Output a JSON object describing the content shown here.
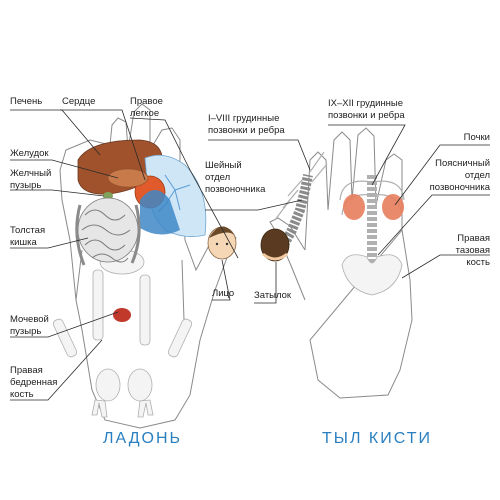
{
  "colors": {
    "caption": "#2a7fc0",
    "liver": "#a0522d",
    "lung": "#cfe6f7",
    "heart": "#e05a2b",
    "kidney": "#e87d5c",
    "bladder": "#c0392b",
    "intestine": "#d9d9d9"
  },
  "palm": {
    "caption": "ЛАДОНЬ",
    "labels": {
      "liver": "Печень",
      "heart": "Сердце",
      "right_lung": "Правое\nлегкое",
      "stomach": "Желудок",
      "gallbladder": "Желчный\nпузырь",
      "colon": "Толстая\nкишка",
      "face": "Лицо",
      "bladder": "Мочевой\nпузырь",
      "femur": "Правая\nбедренная\nкость"
    }
  },
  "back": {
    "caption": "ТЫЛ КИСТИ",
    "labels": {
      "thoracic_1_8": "I–VIII грудинные\nпозвонки и ребра",
      "thoracic_9_12": "IX–XII грудинные\nпозвонки и ребра",
      "cervical": "Шейный\nотдел\nпозвоночника",
      "kidneys": "Почки",
      "lumbar": "Поясничный\nотдел\nпозвоночника",
      "pelvis": "Правая\nтазовая\nкость",
      "occiput": "Затылок"
    }
  }
}
